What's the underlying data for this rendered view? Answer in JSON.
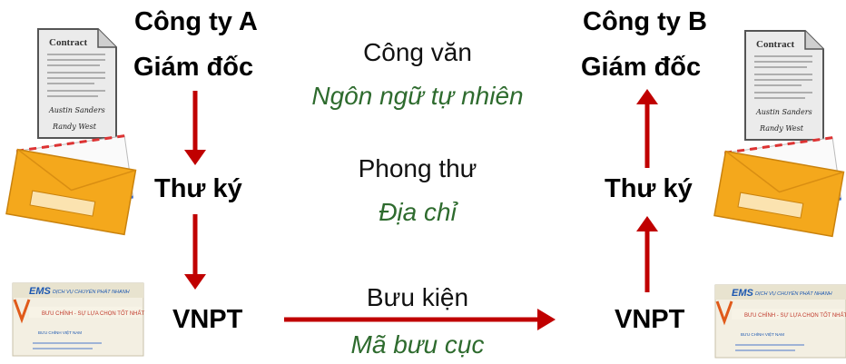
{
  "left": {
    "company": "Công ty A",
    "director": "Giám đốc",
    "secretary": "Thư ký",
    "post": "VNPT"
  },
  "right": {
    "company": "Công ty B",
    "director": "Giám đốc",
    "secretary": "Thư ký",
    "post": "VNPT"
  },
  "layers": [
    {
      "object": "Công văn",
      "addressing": "Ngôn ngữ tự nhiên"
    },
    {
      "object": "Phong thư",
      "addressing": "Địa chỉ"
    },
    {
      "object": "Bưu kiện",
      "addressing": "Mã bưu cục"
    }
  ],
  "contract_doc": {
    "heading": "Contract",
    "signature_1": "Austin Sanders",
    "signature_2": "Randy West"
  },
  "ems_package": {
    "logo": "EMS",
    "tagline": "DỊCH VỤ CHUYỂN PHÁT NHANH",
    "slogan": "BƯU CHÍNH - SỰ LỰA CHỌN TỐT NHẤT",
    "org": "BƯU CHÍNH VIỆT NAM"
  },
  "colors": {
    "arrow": "#c00000",
    "italic_text": "#2e6b2e",
    "envelope": "#f4a81c"
  }
}
